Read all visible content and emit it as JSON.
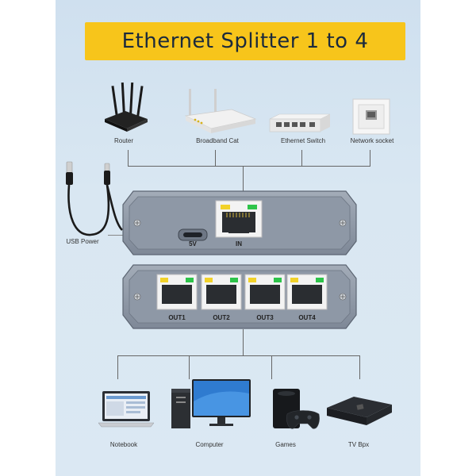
{
  "banner": {
    "title": "Ethernet Splitter 1 to 4"
  },
  "sources": [
    {
      "label": "Router",
      "icon": "router-icon"
    },
    {
      "label": "Broadband Cat",
      "icon": "broadband-cat-icon"
    },
    {
      "label": "Ethernet Switch",
      "icon": "ethernet-switch-icon"
    },
    {
      "label": "Network socket",
      "icon": "network-socket-icon"
    }
  ],
  "power": {
    "label": "USB Power",
    "icon": "usb-cable-icon"
  },
  "splitter": {
    "power_port_label": "5V",
    "input_port_label": "IN",
    "outputs": [
      "OUT1",
      "OUT2",
      "OUT3",
      "OUT4"
    ]
  },
  "targets": [
    {
      "label": "Notebook",
      "icon": "notebook-icon"
    },
    {
      "label": "Computer",
      "icon": "computer-icon"
    },
    {
      "label": "Games",
      "icon": "game-console-icon"
    },
    {
      "label": "TV Bpx",
      "icon": "tv-box-icon"
    }
  ],
  "colors": {
    "banner": "#f7c51b",
    "panel": "#d5e4f1",
    "device_body": "#8a96a6",
    "led_yellow": "#f2d22a",
    "led_green": "#2ec44a"
  }
}
